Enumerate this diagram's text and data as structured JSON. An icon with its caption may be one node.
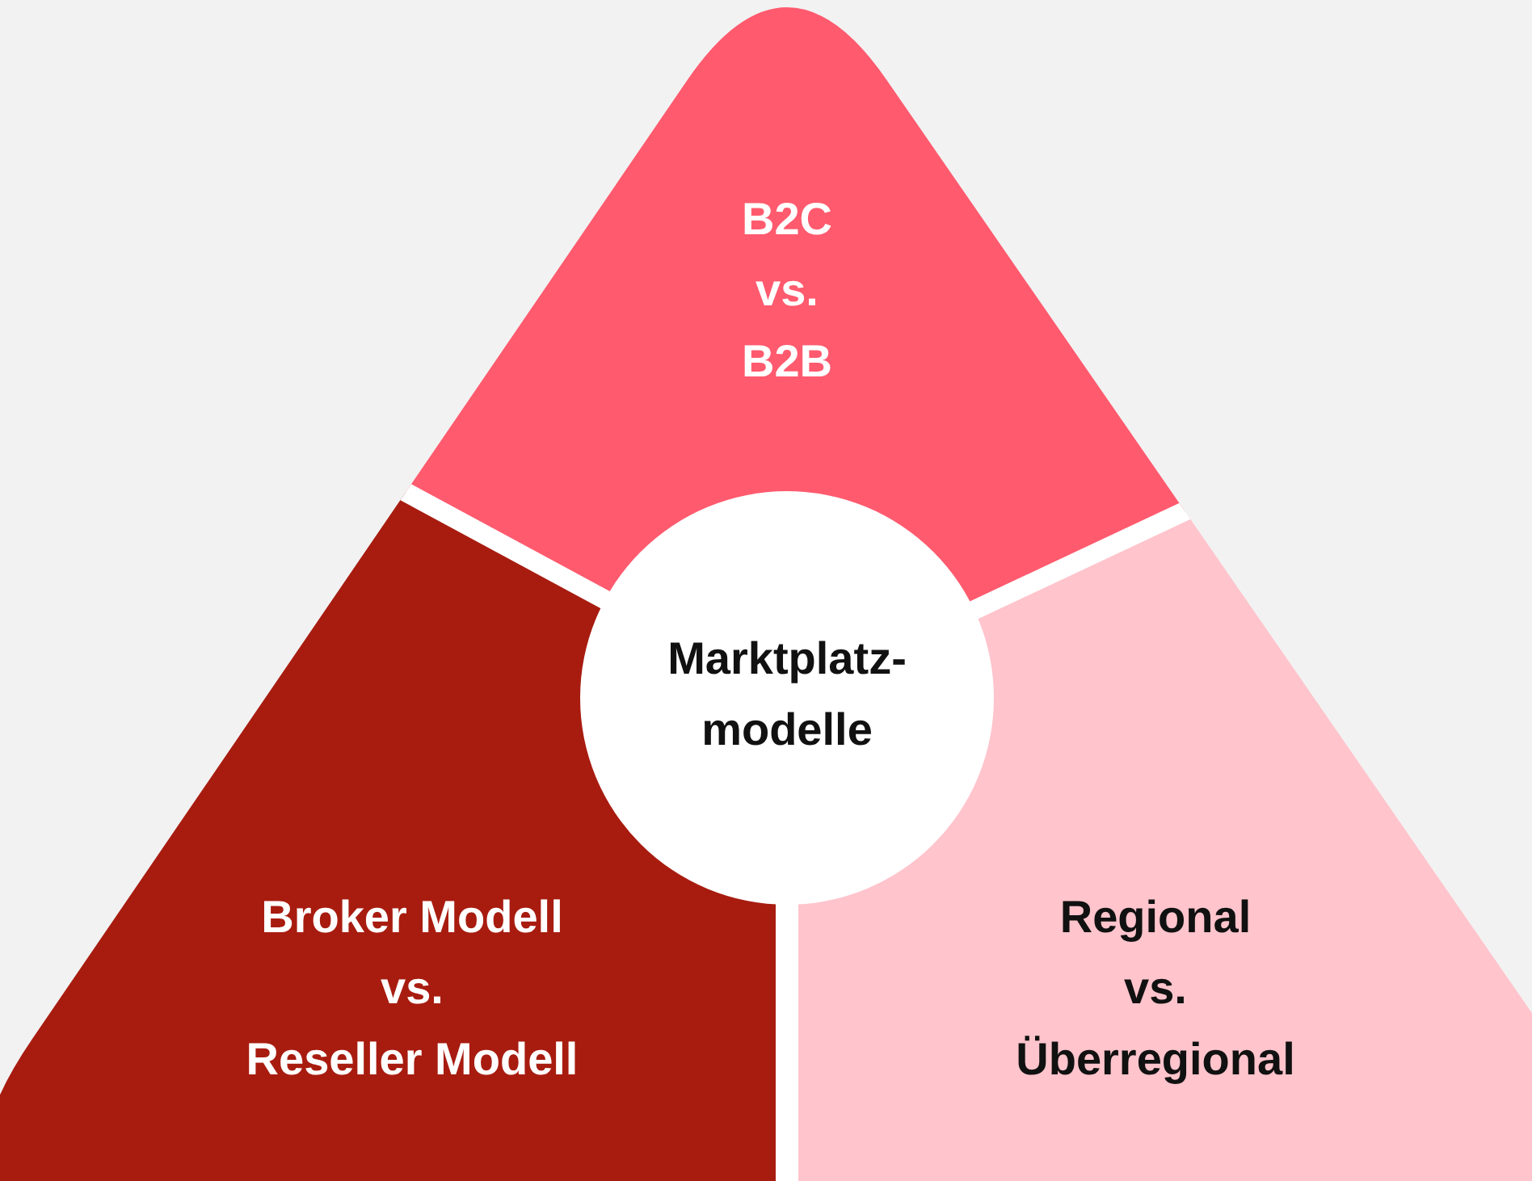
{
  "diagram": {
    "nodes": [
      {
        "text": [
          "B2C vs. B2B"
        ]
      },
      {
        "text": [
          "Marktplatz- modelle"
        ]
      },
      {
        "text": [
          "Broker Modell vs. Reseller Modell"
        ]
      },
      {
        "text": [
          "Regional vs. Überregional"
        ]
      }
    ]
  }
}
